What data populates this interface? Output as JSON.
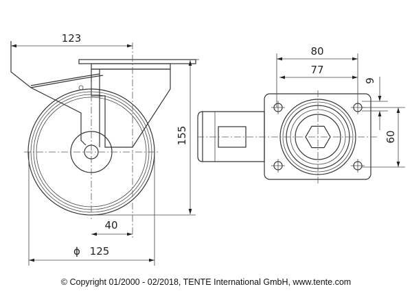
{
  "dimensions": {
    "overall_offset": "123",
    "height": "155",
    "swivel_offset": "40",
    "wheel_diameter_symbol": "ϕ",
    "wheel_diameter": "125",
    "plate_width": "80",
    "hole_spacing_x": "77",
    "hole_diameter": "9",
    "hole_spacing_y": "60"
  },
  "copyright": "© Copyright 01/2000 - 02/2018, TENTE International GmbH, www.tente.com"
}
